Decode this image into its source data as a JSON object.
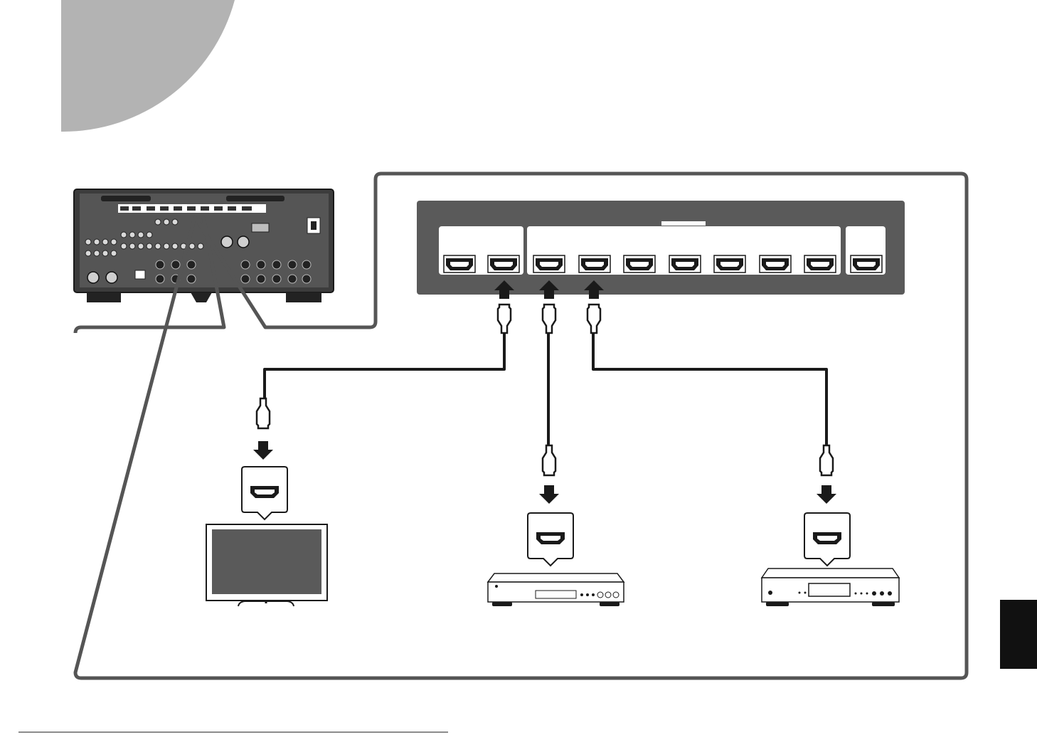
{
  "colors": {
    "corner_circle": "#b3b3b3",
    "panel_bg": "#5a5a5a",
    "port_box_bg": "#ffffff",
    "receiver_body": "#3a3a3a",
    "cable": "#1a1a1a",
    "frame": "#555555",
    "tab": "#111111"
  },
  "hdmi_panel": {
    "output_ports": 2,
    "input_ports": 7,
    "extra_ports": 1
  },
  "devices": [
    {
      "name": "tv",
      "icon": "tv-icon"
    },
    {
      "name": "bd-player",
      "icon": "disc-player-icon"
    },
    {
      "name": "media-player",
      "icon": "media-player-icon"
    }
  ]
}
